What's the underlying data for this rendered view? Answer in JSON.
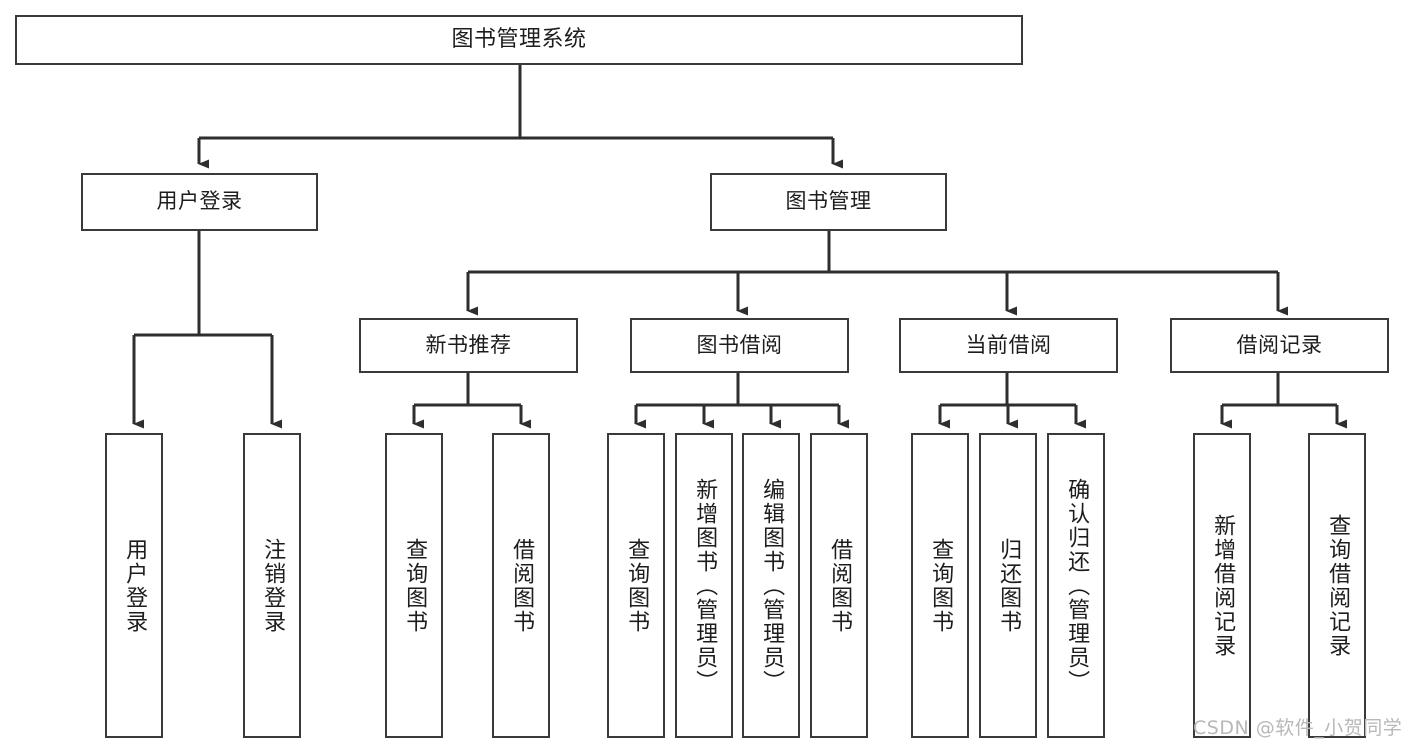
{
  "diagram": {
    "title": "图书管理系统",
    "type": "hierarchy-tree",
    "root": {
      "label": "图书管理系统"
    },
    "level2": [
      {
        "label": "用户登录"
      },
      {
        "label": "图书管理"
      }
    ],
    "level3": [
      {
        "label": "新书推荐"
      },
      {
        "label": "图书借阅"
      },
      {
        "label": "当前借阅"
      },
      {
        "label": "借阅记录"
      }
    ],
    "leaves": {
      "user_login": [
        {
          "label": "用户登录"
        },
        {
          "label": "注销登录"
        }
      ],
      "new_book_recommend": [
        {
          "label": "查询图书"
        },
        {
          "label": "借阅图书"
        }
      ],
      "book_borrow": [
        {
          "label": "查询图书"
        },
        {
          "label": "新增图书（管理员）"
        },
        {
          "label": "编辑图书（管理员）"
        },
        {
          "label": "借阅图书"
        }
      ],
      "current_borrow": [
        {
          "label": "查询图书"
        },
        {
          "label": "归还图书"
        },
        {
          "label": "确认归还（管理员）"
        }
      ],
      "borrow_record": [
        {
          "label": "新增借阅记录"
        },
        {
          "label": "查询借阅记录"
        }
      ]
    }
  },
  "watermark": {
    "text": "CSDN @软件_小贺同学"
  },
  "colors": {
    "stroke": "#3a3a3a",
    "background": "#ffffff",
    "text": "#1d1d1d",
    "watermark": "#b8b8b8"
  }
}
